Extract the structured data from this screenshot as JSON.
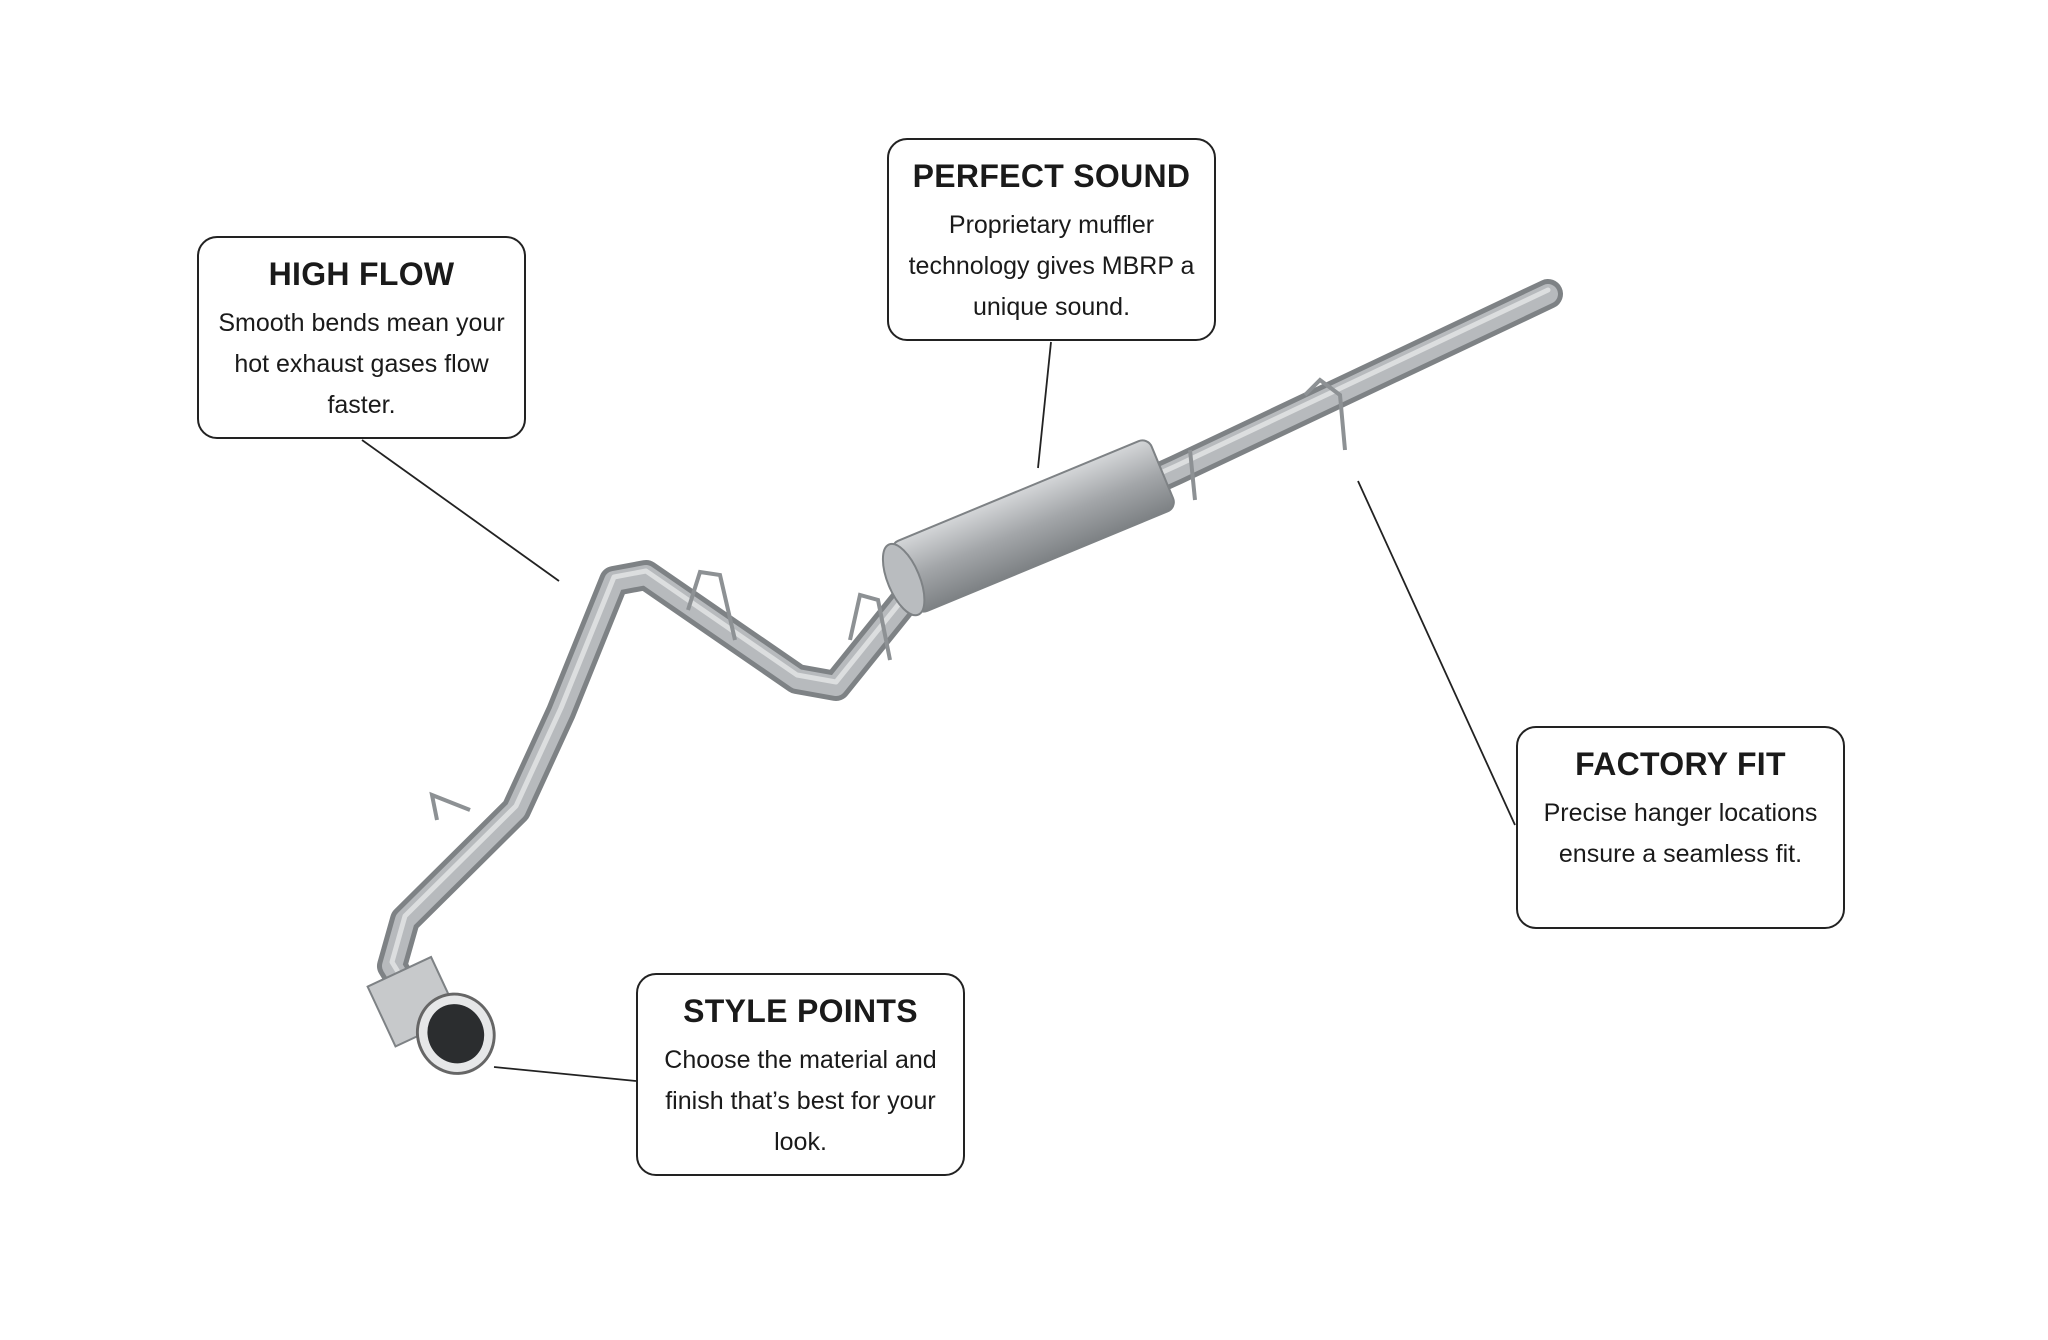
{
  "callouts": {
    "high_flow": {
      "title": "HIGH FLOW",
      "text": "Smooth bends mean your hot exhaust gases flow faster."
    },
    "perfect_sound": {
      "title": "PERFECT SOUND",
      "text": "Proprietary muffler technology gives MBRP a unique sound."
    },
    "factory_fit": {
      "title": "FACTORY FIT",
      "text": "Precise hanger locations ensure a seamless fit."
    },
    "style_points": {
      "title": "STYLE POINTS",
      "text": "Choose the material and finish that’s best for your look."
    }
  },
  "colors": {
    "pipe": "#a9acaf",
    "pipe_dark": "#7e8285",
    "border": "#222222"
  }
}
